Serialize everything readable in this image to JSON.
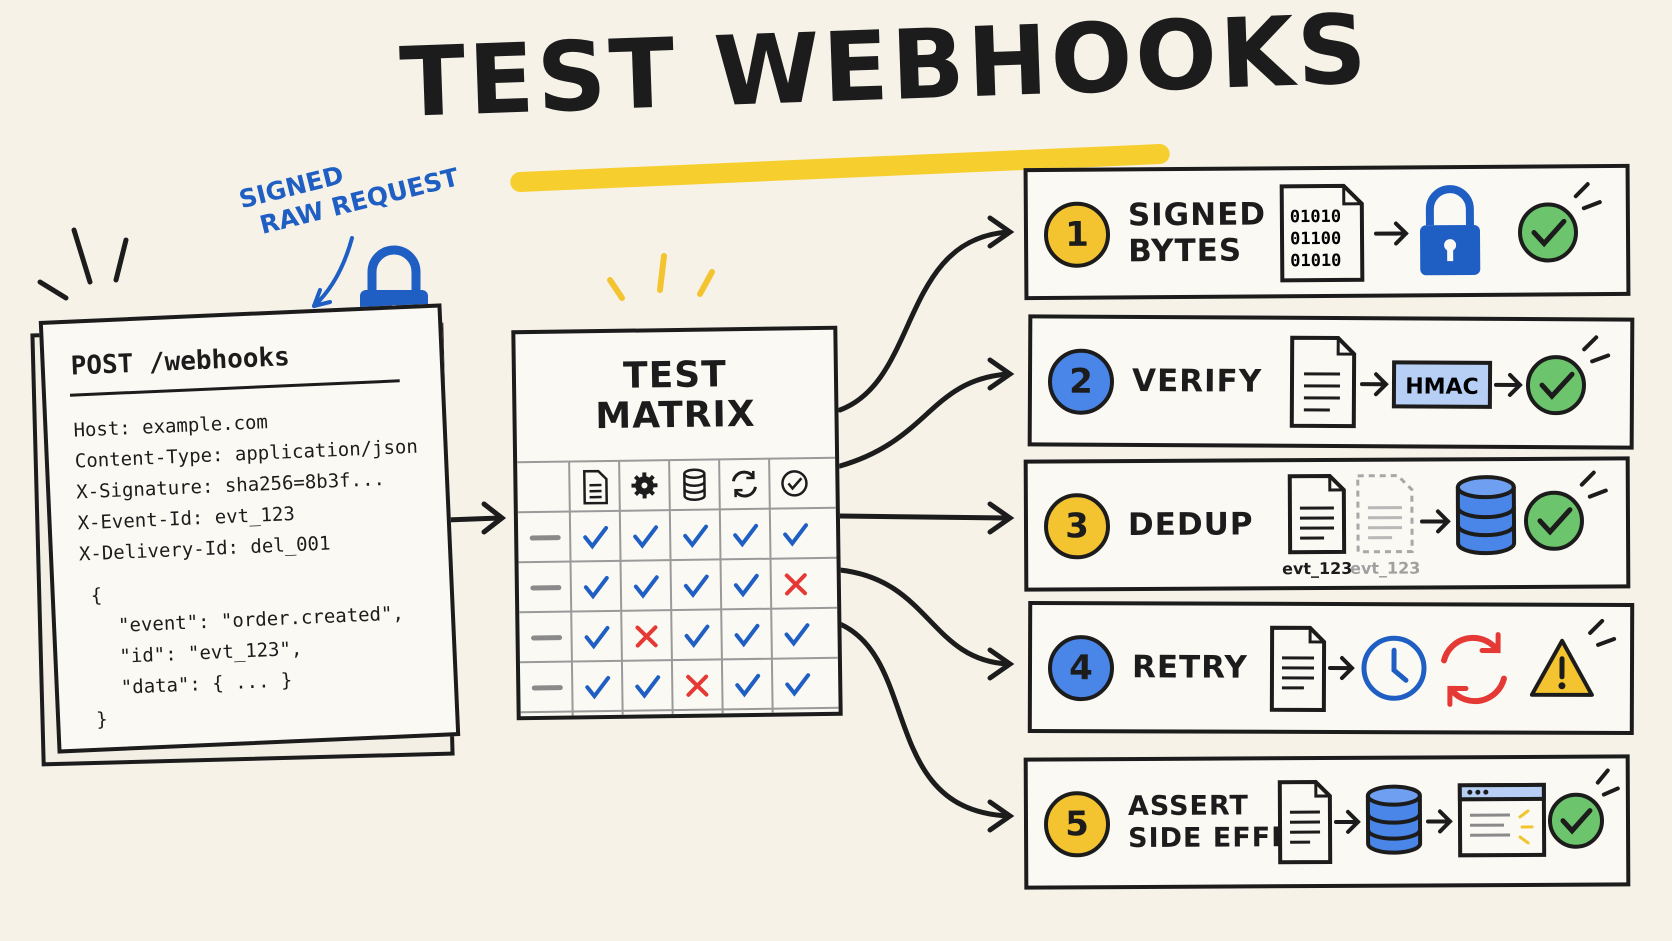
{
  "title": "TEST WEBHOOKS",
  "request": {
    "method_path": "POST /webhooks",
    "headers": [
      "Host: example.com",
      "Content-Type: application/json",
      "X-Signature: sha256=8b3f...",
      "X-Event-Id: evt_123",
      "X-Delivery-Id: del_001"
    ],
    "body": [
      "{",
      "\"event\": \"order.created\",",
      "\"id\": \"evt_123\",",
      "\"data\": { ... }",
      "}"
    ],
    "annotation": [
      "SIGNED",
      "RAW REQUEST"
    ]
  },
  "matrix": {
    "title_lines": [
      "TEST",
      "MATRIX"
    ],
    "columns": [
      "document-icon",
      "gear-icon",
      "database-icon",
      "retry-icon",
      "check-circle-icon"
    ],
    "rows": [
      [
        "pass",
        "pass",
        "pass",
        "pass",
        "pass"
      ],
      [
        "pass",
        "pass",
        "pass",
        "pass",
        "fail"
      ],
      [
        "pass",
        "fail",
        "pass",
        "pass",
        "pass"
      ],
      [
        "pass",
        "pass",
        "fail",
        "pass",
        "pass"
      ]
    ]
  },
  "steps": [
    {
      "number": "1",
      "label_lines": [
        "SIGNED",
        "BYTES"
      ],
      "color": "#f4c430",
      "binary": [
        "01010",
        "01100",
        "01010"
      ]
    },
    {
      "number": "2",
      "label_lines": [
        "VERIFY"
      ],
      "color": "#4a86e8",
      "badge": "HMAC"
    },
    {
      "number": "3",
      "label_lines": [
        "DEDUP"
      ],
      "color": "#f4c430",
      "captions": [
        "evt_123",
        "evt_123"
      ]
    },
    {
      "number": "4",
      "label_lines": [
        "RETRY"
      ],
      "color": "#4a86e8"
    },
    {
      "number": "5",
      "label_lines": [
        "ASSERT",
        "SIDE EFFECT"
      ],
      "color": "#f4c430"
    }
  ],
  "colors": {
    "ink": "#1c1c1c",
    "paper": "#f6f2e8",
    "yellow": "#f4c430",
    "blue": "#1f5fc4",
    "light_blue": "#4a86e8",
    "green": "#6cc46c",
    "red": "#e53935"
  }
}
